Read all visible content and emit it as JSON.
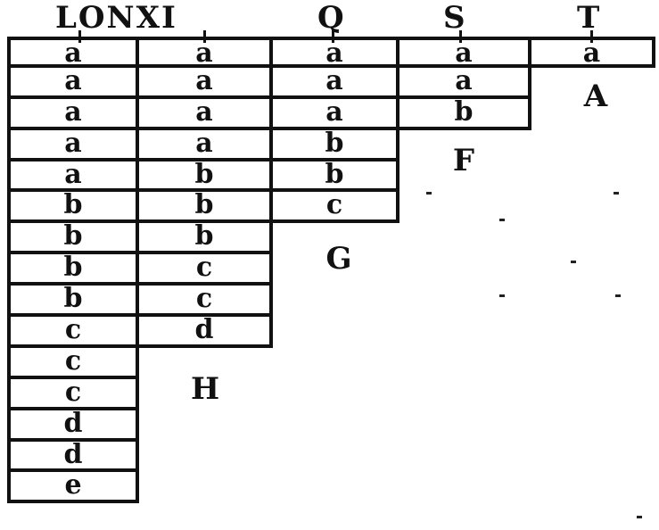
{
  "headers": {
    "group1": "LONXI",
    "q": "Q",
    "s": "S",
    "t": "T"
  },
  "columns": [
    {
      "cells": [
        "a",
        "a",
        "a",
        "a",
        "a",
        "b",
        "b",
        "b",
        "b",
        "c",
        "c",
        "c",
        "d",
        "d",
        "e"
      ]
    },
    {
      "cells": [
        "a",
        "a",
        "a",
        "a",
        "b",
        "b",
        "b",
        "c",
        "c",
        "d"
      ]
    },
    {
      "cells": [
        "a",
        "a",
        "a",
        "b",
        "b",
        "c"
      ]
    },
    {
      "cells": [
        "a",
        "a",
        "b"
      ]
    },
    {
      "cells": [
        "a"
      ]
    }
  ],
  "captions": {
    "col2": "H",
    "col3": "G",
    "col4": "F",
    "col5": "A"
  }
}
